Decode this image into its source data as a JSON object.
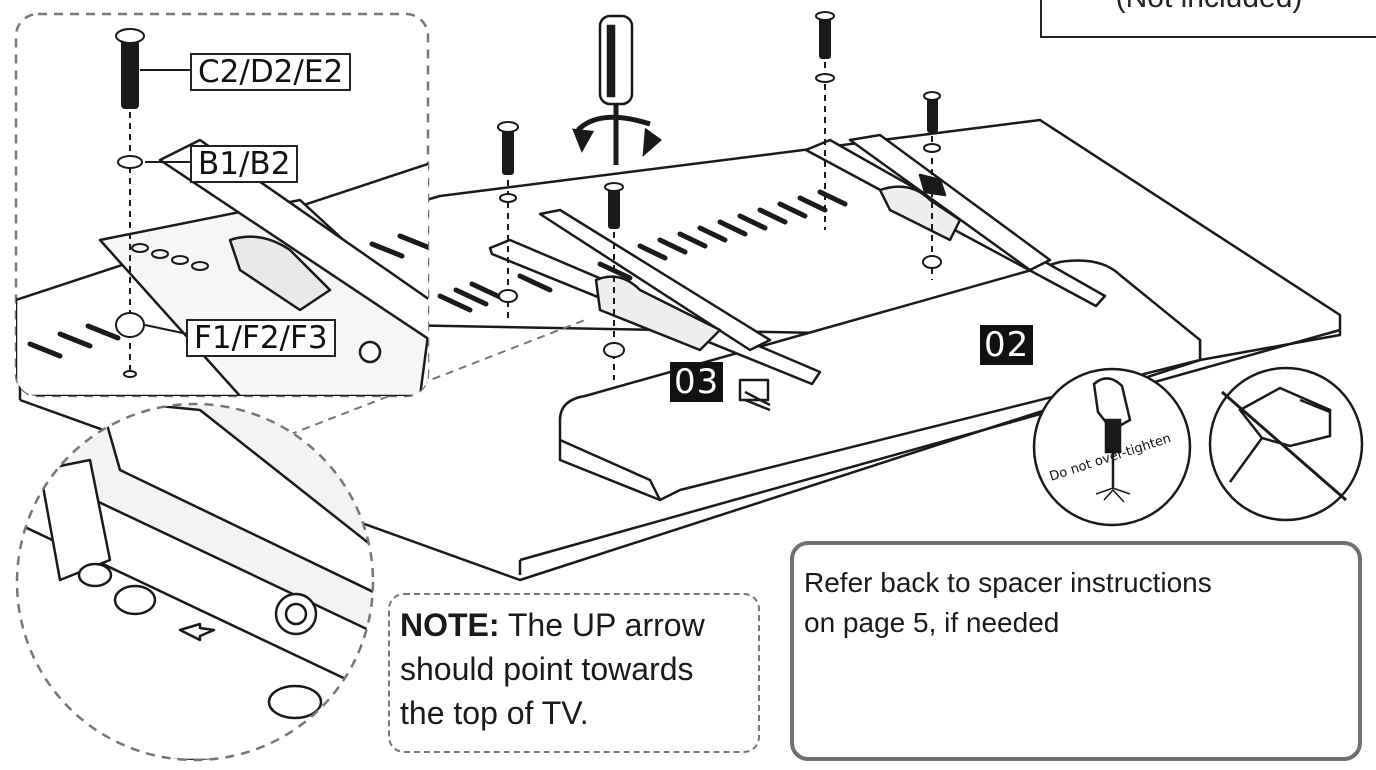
{
  "header_box": {
    "text": "(Not included)"
  },
  "parts": {
    "screw_label": "C2/D2/E2",
    "washer_label": "B1/B2",
    "spacer_label": "F1/F2/F3"
  },
  "steps": {
    "step_a": "03",
    "step_b": "02"
  },
  "warning": {
    "text": "Do not over-tighten"
  },
  "note": {
    "heading": "NOTE:",
    "line1": " The UP arrow",
    "line2": "should point towards",
    "line3": "the top of TV."
  },
  "spacer_info": {
    "line1": "Refer back to spacer instructions",
    "line2": "on page 5, if needed"
  },
  "colors": {
    "ink": "#1a1a1a",
    "badge": "#111111",
    "frame": "#6f6f6f",
    "dash": "#777777"
  }
}
